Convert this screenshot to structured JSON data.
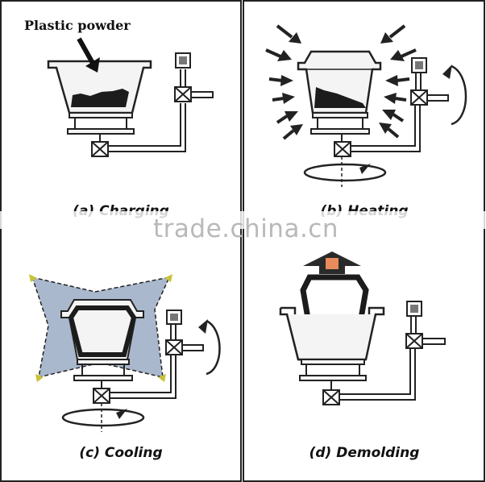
{
  "labels": {
    "plastic_powder": "Plastic powder",
    "panel_a": "(a) Charging",
    "panel_b": "(b) Heating",
    "panel_c": "(c) Cooling",
    "panel_d": "(d) Demolding"
  },
  "watermark": "trade.china.cn",
  "colors": {
    "frame": "#222222",
    "machine_fill": "#f4f4f4",
    "powder": "#1c1c1c",
    "cooling_air": "#a9b8cc",
    "cooling_tip": "#c8c23a",
    "demold_arrow": "#2a2a2a",
    "demold_arrow_tip": "#e98b5c"
  }
}
